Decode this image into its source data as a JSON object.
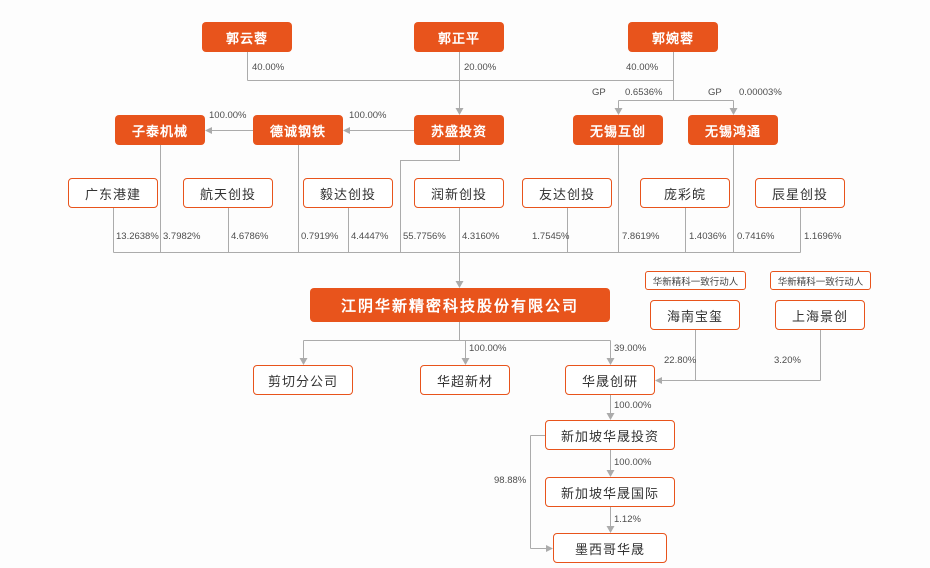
{
  "colors": {
    "accent": "#E8541C",
    "line": "#ABABAB",
    "pct_text": "#4D4D4D",
    "box_text_dark": "#333333",
    "background": "#FDFDFD"
  },
  "nodes": {
    "guo_yunrong": "郭云蓉",
    "guo_zhengping": "郭正平",
    "guo_wanrong": "郭婉蓉",
    "zitai_jixie": "子泰机械",
    "decheng_gangtie": "德诚钢铁",
    "susheng_touzi": "苏盛投资",
    "wuxi_huchuang": "无锡互创",
    "wuxi_hongtong": "无锡鸿通",
    "guangdong_gangjian": "广东港建",
    "hangtian_chuangtou": "航天创投",
    "yida_chuangtou": "毅达创投",
    "runxin_chuangtou": "润新创投",
    "youda_chuangtou": "友达创投",
    "pang_caiwan": "庞彩皖",
    "chenxing_chuangtou": "辰星创投",
    "main_company": "江阴华新精密科技股份有限公司",
    "jianqie_branch": "剪切分公司",
    "huachao_xincai": "华超新材",
    "huasheng_chuangyan": "华晟创研",
    "hainan_baoxi": "海南宝玺",
    "shanghai_jingchuang": "上海景创",
    "singapore_huasheng_investment": "新加坡华晟投资",
    "singapore_huasheng_international": "新加坡华晟国际",
    "mexico_huasheng": "墨西哥华晟",
    "concert_party_tag": "华新精科一致行动人"
  },
  "edges": {
    "guo_yunrong_to_susheng": "40.00%",
    "guo_zhengping_to_susheng": "20.00%",
    "guo_wanrong_to_susheng": "40.00%",
    "gp_label_huchuang": "GP",
    "gp_pct_huchuang": "0.6536%",
    "gp_label_hongtong": "GP",
    "gp_pct_hongtong": "0.00003%",
    "susheng_to_decheng": "100.00%",
    "decheng_to_zitai": "100.00%",
    "guangdong_in_main": "13.2638%",
    "zitai_in_main": "3.7982%",
    "hangtian_in_main": "4.6786%",
    "decheng_in_main": "0.7919%",
    "yida_in_main": "4.4447%",
    "susheng_in_main": "55.7756%",
    "runxin_in_main": "4.3160%",
    "youda_in_main": "1.7545%",
    "huchuang_in_main": "7.8619%",
    "pang_in_main": "1.4036%",
    "hongtong_in_main": "0.7416%",
    "chenxing_in_main": "1.1696%",
    "main_to_huachao": "100.00%",
    "main_to_huasheng": "39.00%",
    "hainan_to_huasheng": "22.80%",
    "shanghai_to_huasheng": "3.20%",
    "huasheng_to_sg_investment": "100.00%",
    "sg_investment_to_sg_international": "100.00%",
    "sg_international_to_mexico": "1.12%",
    "sg_investment_to_mexico": "98.88%"
  }
}
